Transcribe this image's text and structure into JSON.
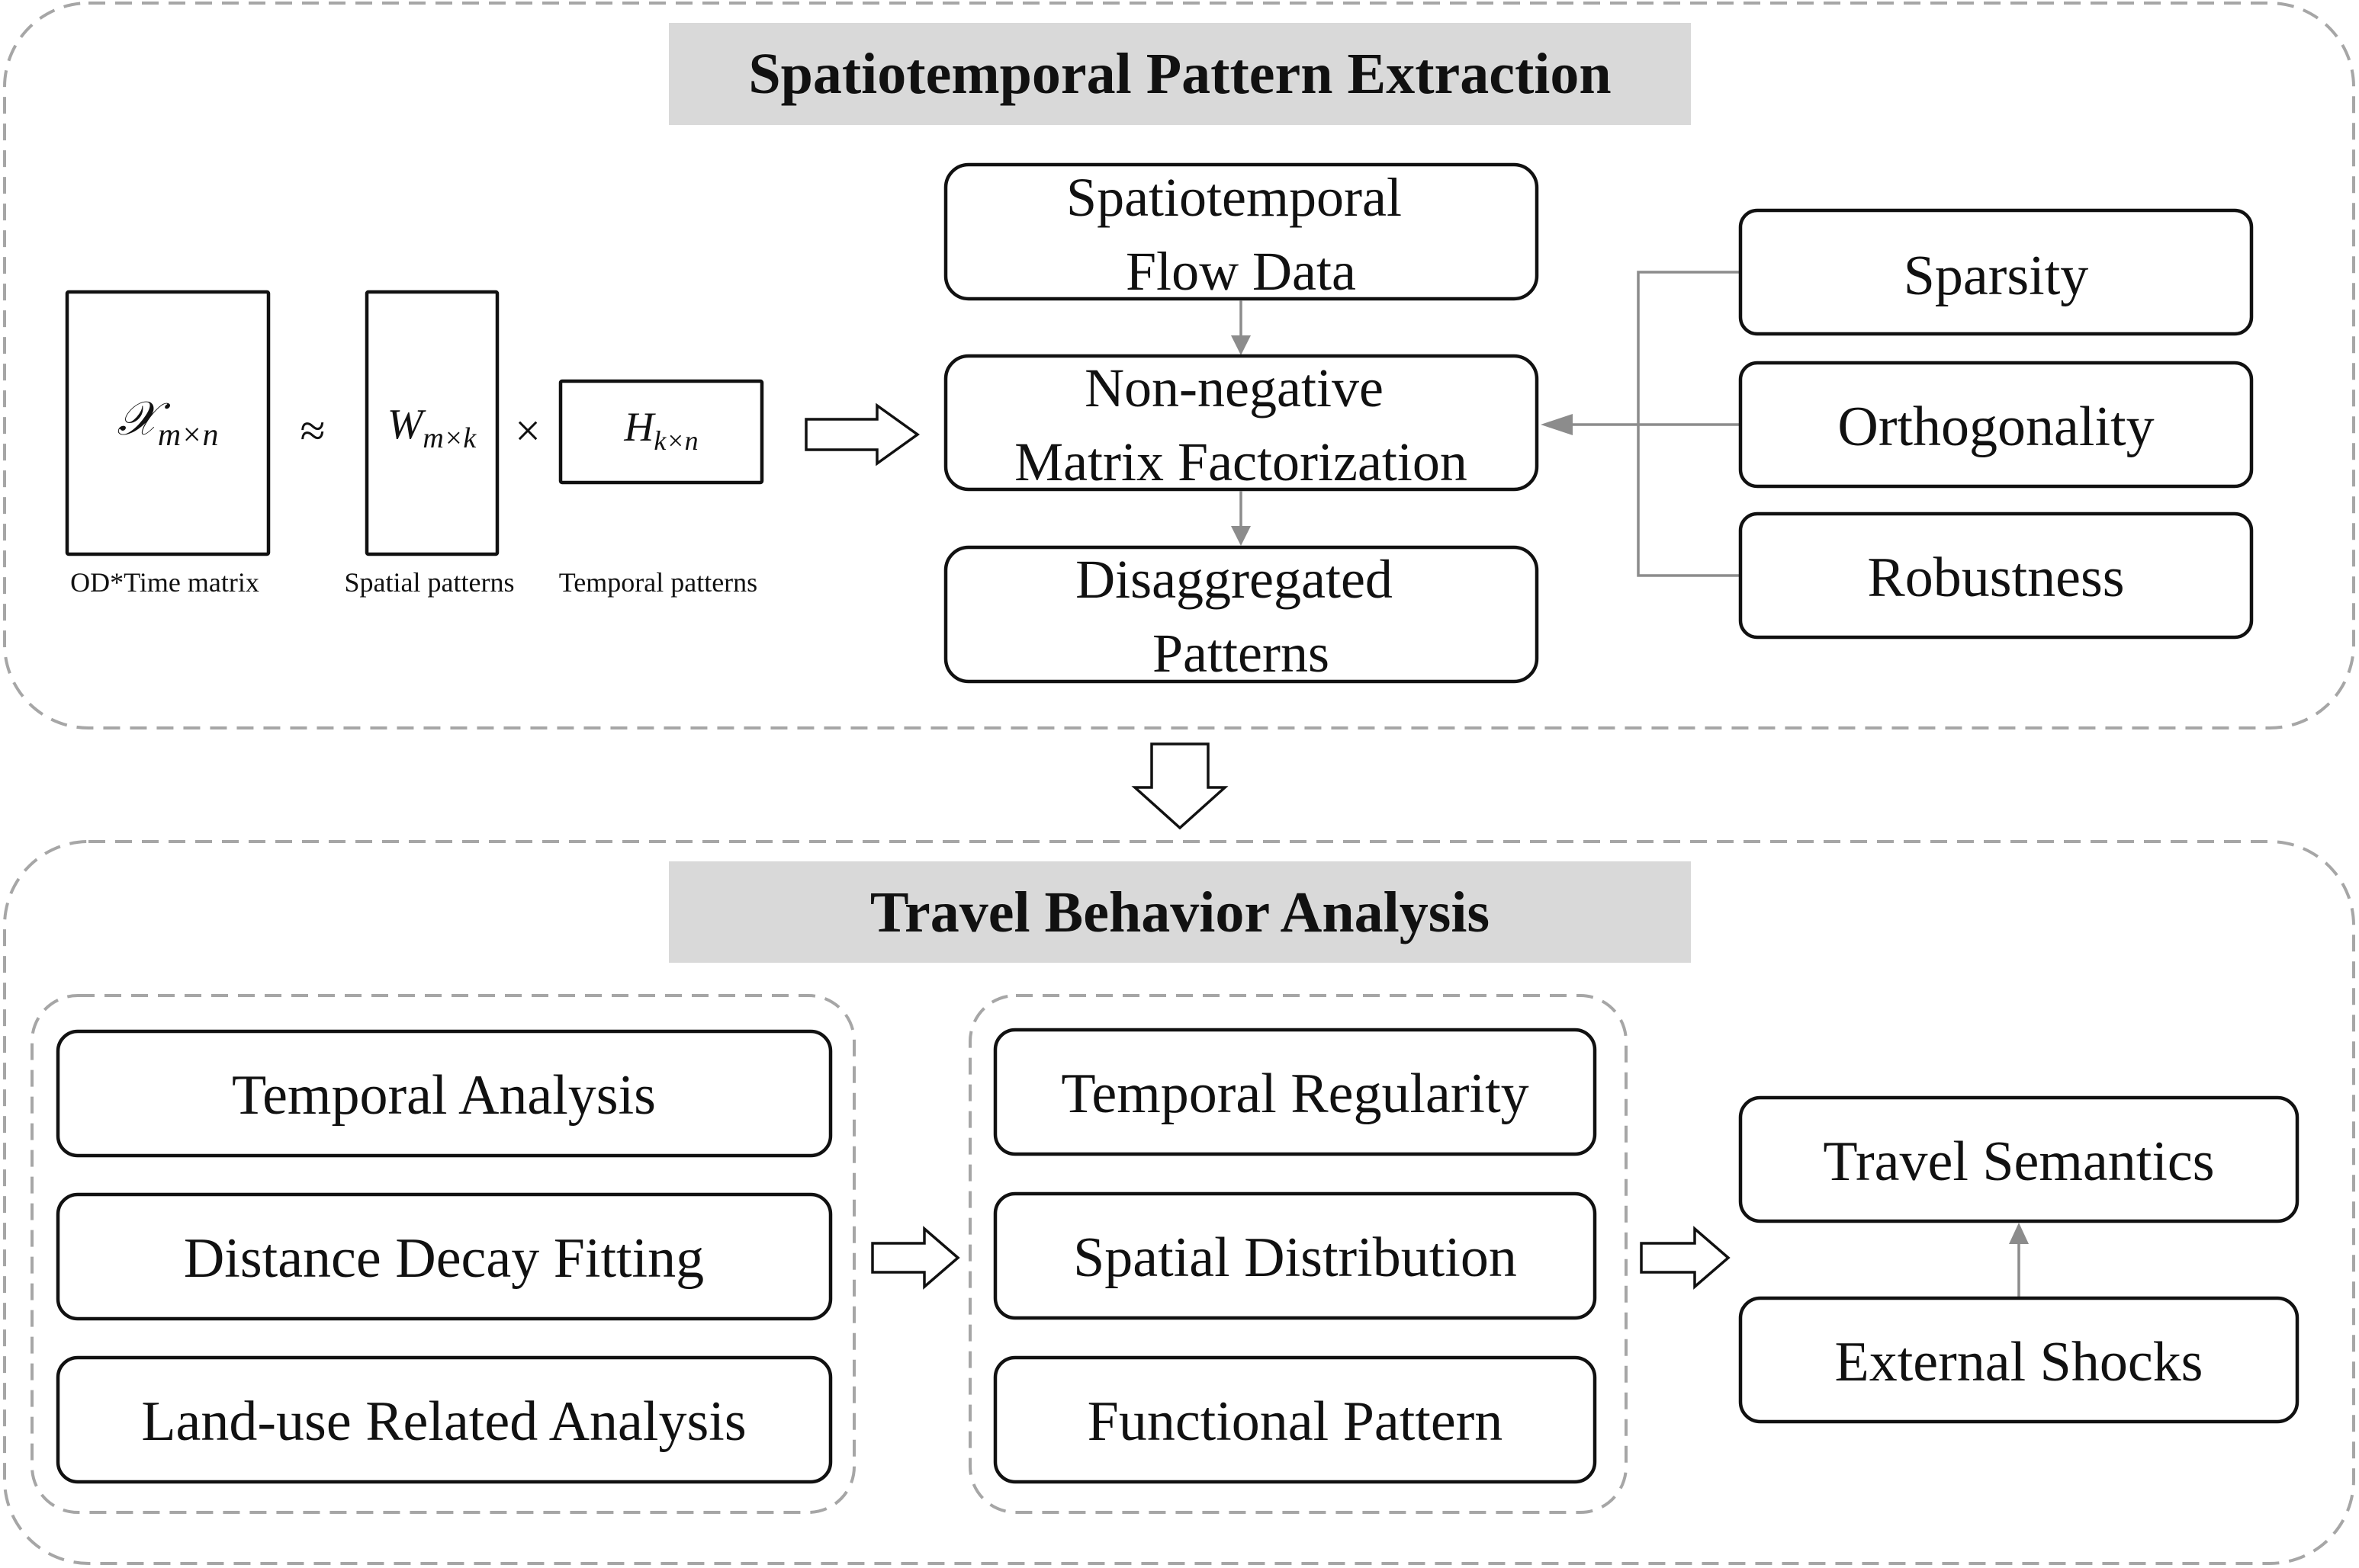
{
  "top_panel": {
    "title": "Spatiotemporal Pattern Extraction",
    "equation": {
      "x_label": "𝒳",
      "x_sub": "m×n",
      "approx": "≈",
      "w_label": "W",
      "w_sub": "m×k",
      "times": "×",
      "h_label": "H",
      "h_sub": "k×n"
    },
    "captions": {
      "od_time": "OD*Time matrix",
      "spatial": "Spatial patterns",
      "temporal": "Temporal patterns"
    },
    "flow": {
      "data_line1": "Spatiotemporal",
      "data_line2": "Flow Data",
      "nmf_line1": "Non-negative",
      "nmf_line2": "Matrix Factorization",
      "out_line1": "Disaggregated",
      "out_line2": "Patterns"
    },
    "constraints": [
      "Sparsity",
      "Orthogonality",
      "Robustness"
    ]
  },
  "bottom_panel": {
    "title": "Travel Behavior Analysis",
    "methods": [
      "Temporal Analysis",
      "Distance Decay Fitting",
      "Land-use Related Analysis"
    ],
    "findings": [
      "Temporal Regularity",
      "Spatial Distribution",
      "Functional Pattern"
    ],
    "semantics": "Travel Semantics",
    "shocks": "External Shocks"
  }
}
